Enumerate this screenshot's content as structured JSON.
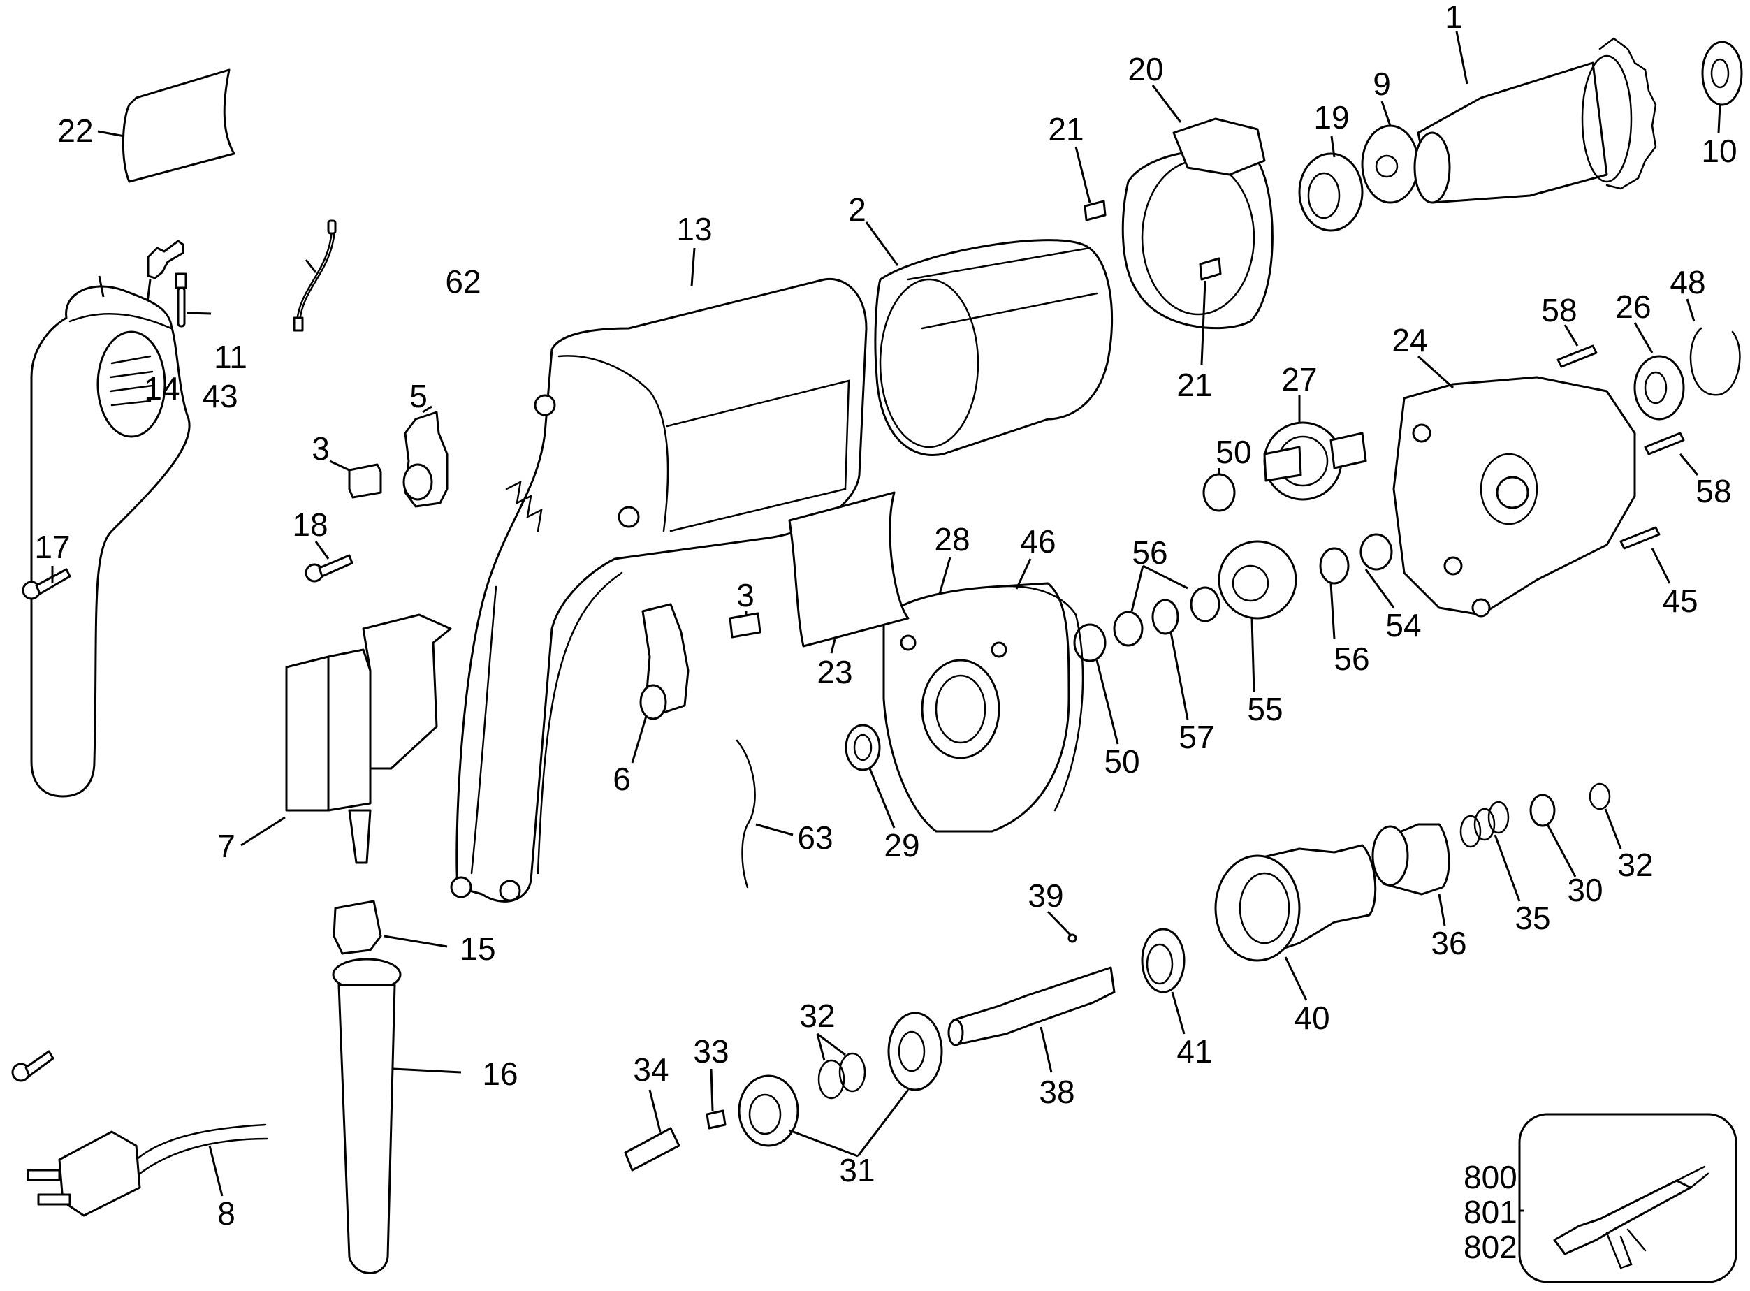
{
  "diagram": {
    "type": "exploded-parts-diagram",
    "subject": "power tool (screwdriver/drill) assembly",
    "part_labels": [
      {
        "id": "p22",
        "text": "22",
        "part": "nameplate"
      },
      {
        "id": "p13",
        "text": "13",
        "part": "housing"
      },
      {
        "id": "p2",
        "text": "2",
        "part": "field"
      },
      {
        "id": "p20",
        "text": "20",
        "part": "brush holder assembly"
      },
      {
        "id": "p21a",
        "text": "21",
        "part": "pin"
      },
      {
        "id": "p21b",
        "text": "21",
        "part": "pin"
      },
      {
        "id": "p19",
        "text": "19",
        "part": "bearing retainer"
      },
      {
        "id": "p9",
        "text": "9",
        "part": "bearing"
      },
      {
        "id": "p1",
        "text": "1",
        "part": "armature"
      },
      {
        "id": "p10",
        "text": "10",
        "part": "bearing"
      },
      {
        "id": "p62",
        "text": "62",
        "part": "lead wire"
      },
      {
        "id": "p43",
        "text": "43",
        "part": "clip"
      },
      {
        "id": "p11",
        "text": "11",
        "part": "terminal"
      },
      {
        "id": "p5",
        "text": "5",
        "part": "brush holder"
      },
      {
        "id": "p3a",
        "text": "3",
        "part": "brush"
      },
      {
        "id": "p14",
        "text": "14",
        "part": "handle cover"
      },
      {
        "id": "p17",
        "text": "17",
        "part": "screw"
      },
      {
        "id": "p18",
        "text": "18",
        "part": "screw"
      },
      {
        "id": "p58a",
        "text": "58",
        "part": "screw"
      },
      {
        "id": "p26",
        "text": "26",
        "part": "bearing"
      },
      {
        "id": "p48",
        "text": "48",
        "part": "retaining ring"
      },
      {
        "id": "p24",
        "text": "24",
        "part": "gear case"
      },
      {
        "id": "p27",
        "text": "27",
        "part": "gear"
      },
      {
        "id": "p50a",
        "text": "50",
        "part": "bearing"
      },
      {
        "id": "p58b",
        "text": "58",
        "part": "screw"
      },
      {
        "id": "p56a",
        "text": "56",
        "part": "washer"
      },
      {
        "id": "p28",
        "text": "28",
        "part": "bearing plate"
      },
      {
        "id": "p46",
        "text": "46",
        "part": "baffle"
      },
      {
        "id": "p3b",
        "text": "3",
        "part": "brush"
      },
      {
        "id": "p23",
        "text": "23",
        "part": "label"
      },
      {
        "id": "p45",
        "text": "45",
        "part": "screw"
      },
      {
        "id": "p56b",
        "text": "56",
        "part": "washer"
      },
      {
        "id": "p54",
        "text": "54",
        "part": "needle bearing"
      },
      {
        "id": "p55",
        "text": "55",
        "part": "gear"
      },
      {
        "id": "p57",
        "text": "57",
        "part": "clutch plate"
      },
      {
        "id": "p50b",
        "text": "50",
        "part": "bearing"
      },
      {
        "id": "p7",
        "text": "7",
        "part": "switch"
      },
      {
        "id": "p6",
        "text": "6",
        "part": "brush holder"
      },
      {
        "id": "p29",
        "text": "29",
        "part": "washer"
      },
      {
        "id": "p63",
        "text": "63",
        "part": "lead wire"
      },
      {
        "id": "p32a",
        "text": "32",
        "part": "retaining ring"
      },
      {
        "id": "p30",
        "text": "30",
        "part": "washer"
      },
      {
        "id": "p35",
        "text": "35",
        "part": "spring"
      },
      {
        "id": "p36",
        "text": "36",
        "part": "depth locator"
      },
      {
        "id": "p39",
        "text": "39",
        "part": "ball"
      },
      {
        "id": "p15",
        "text": "15",
        "part": "cord protector clamp"
      },
      {
        "id": "p40",
        "text": "40",
        "part": "nosepiece"
      },
      {
        "id": "p41",
        "text": "41",
        "part": "bushing"
      },
      {
        "id": "p16",
        "text": "16",
        "part": "cord protector"
      },
      {
        "id": "p32b",
        "text": "32",
        "part": "retaining ring"
      },
      {
        "id": "p33",
        "text": "33",
        "part": "pin"
      },
      {
        "id": "p34",
        "text": "34",
        "part": "spring"
      },
      {
        "id": "p38",
        "text": "38",
        "part": "spindle"
      },
      {
        "id": "p31",
        "text": "31",
        "part": "clutch assembly"
      },
      {
        "id": "p8",
        "text": "8",
        "part": "cord set"
      }
    ],
    "inset": {
      "labels": [
        "800",
        "801",
        "802"
      ],
      "part": "grease gun / service kit"
    }
  }
}
